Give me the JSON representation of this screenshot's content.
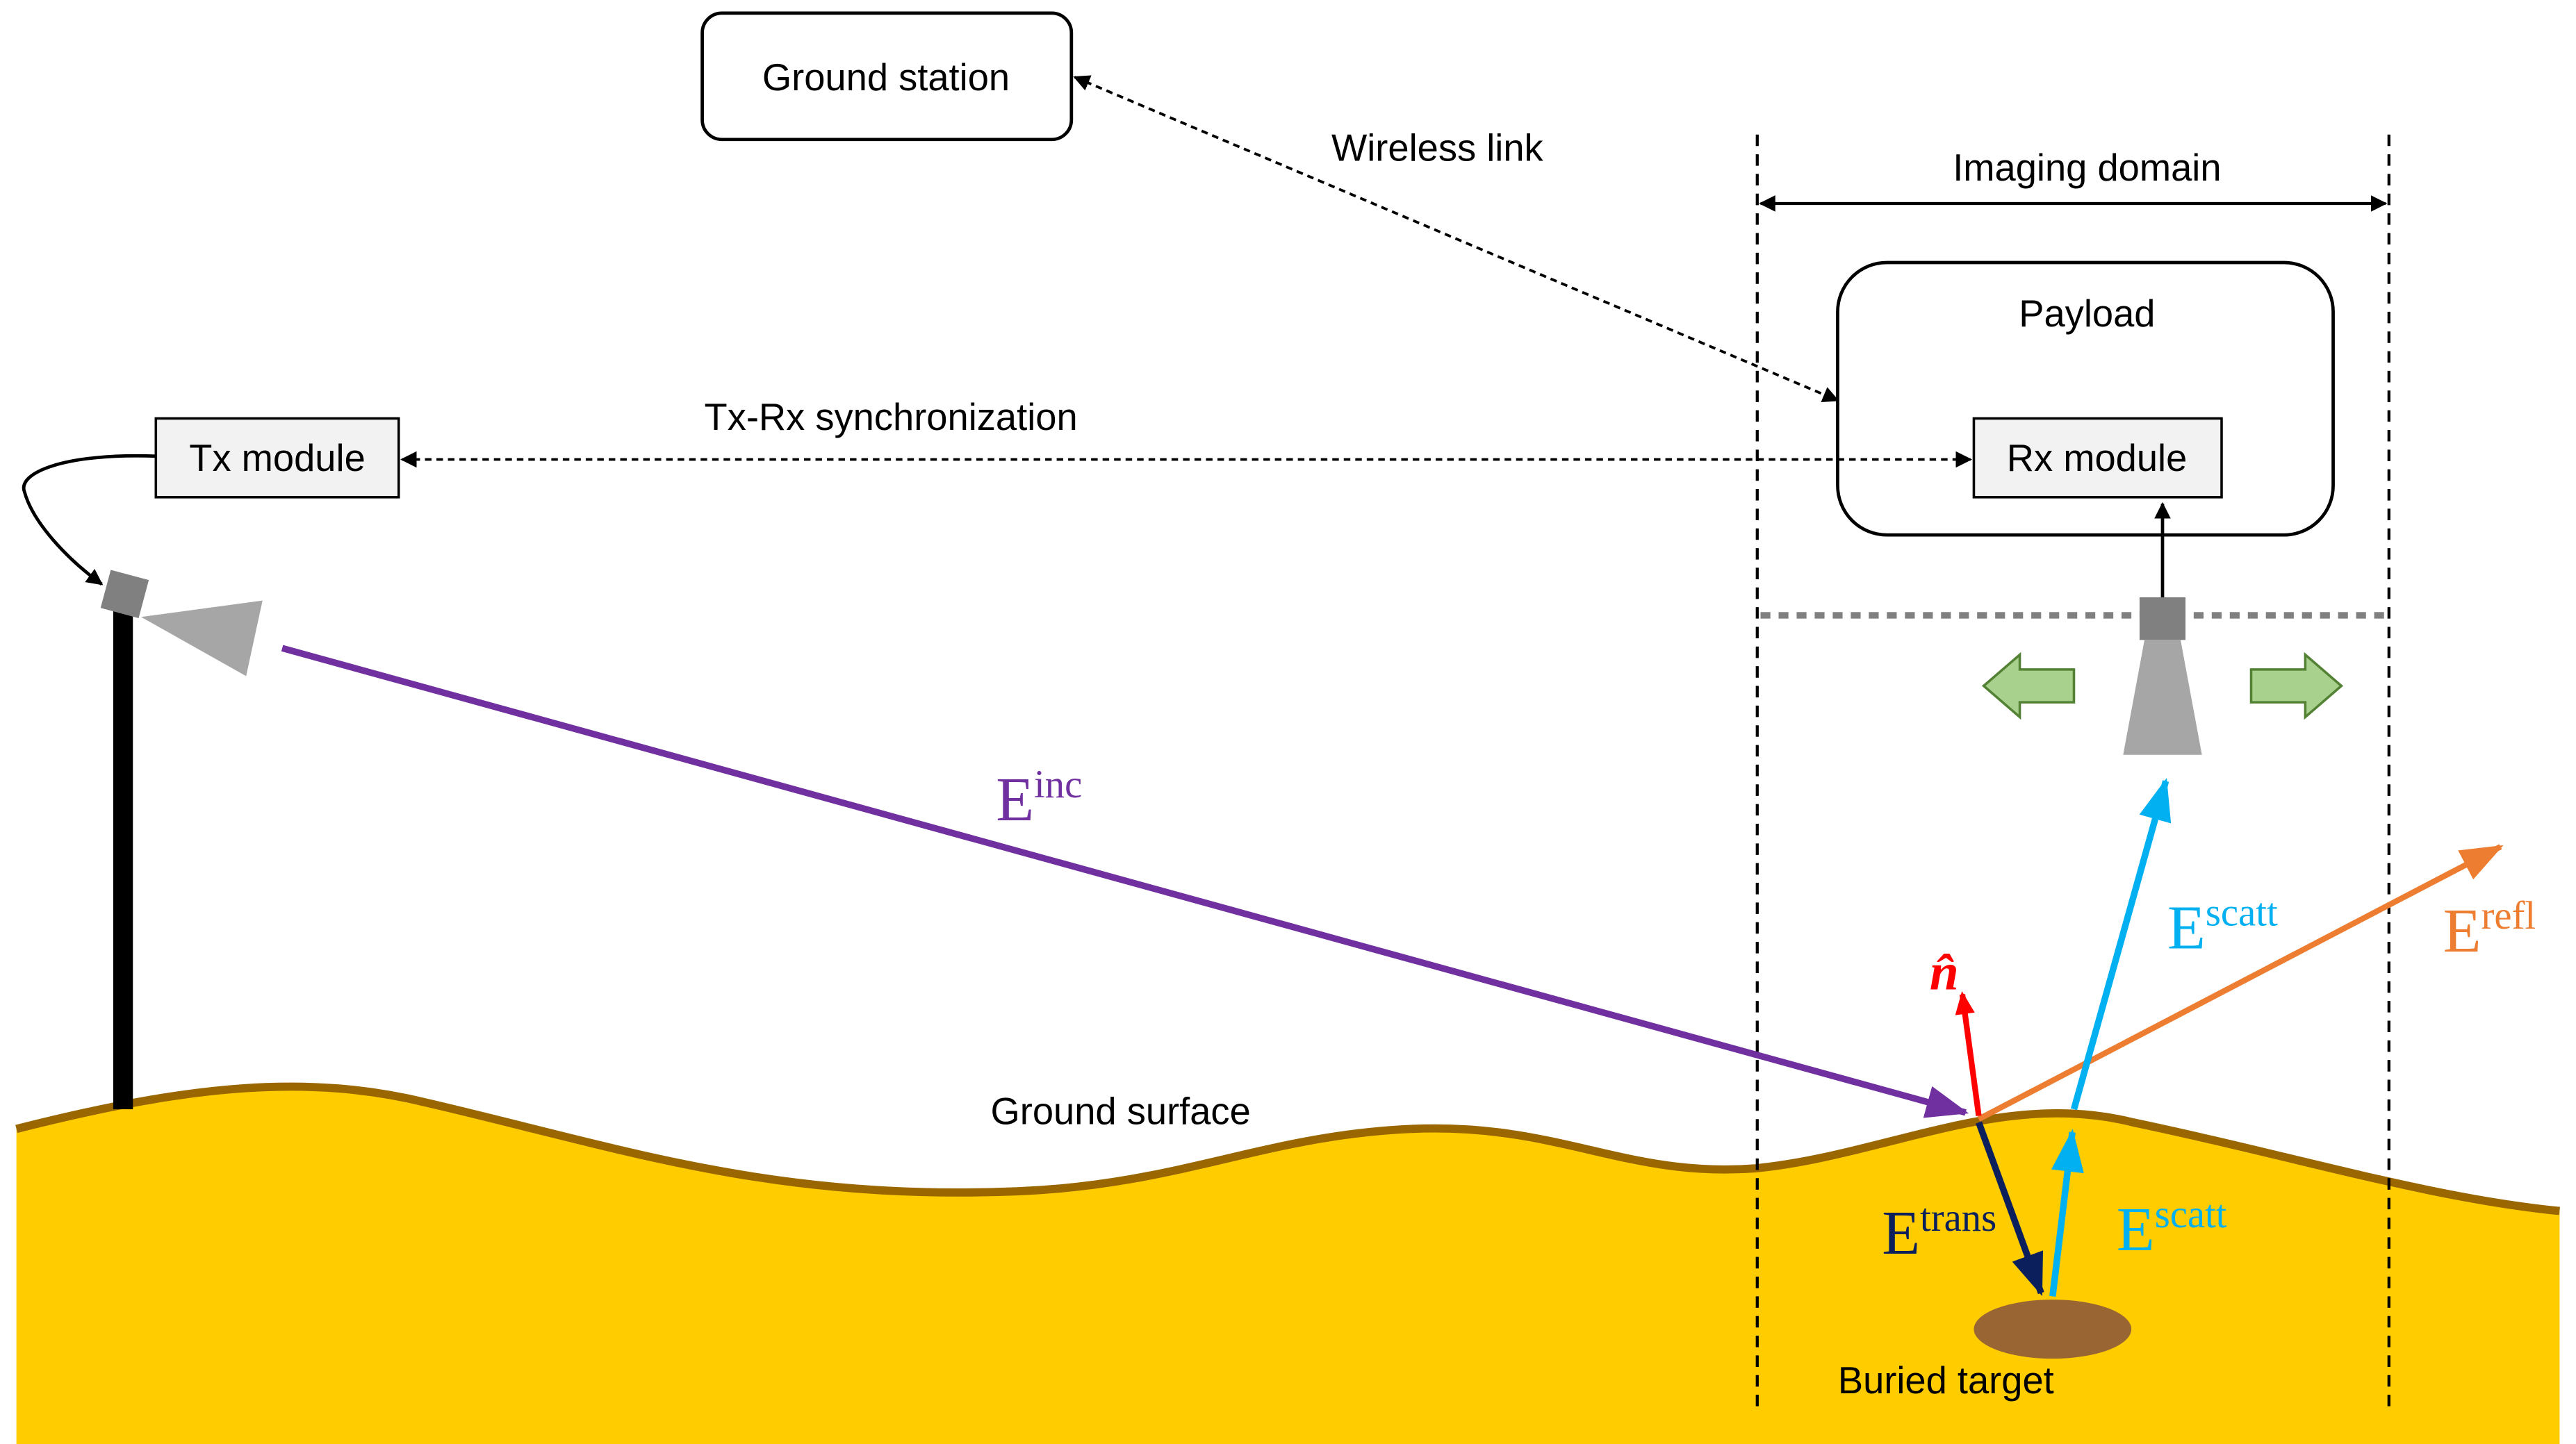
{
  "labels": {
    "ground_station": "Ground station",
    "wireless_link": "Wireless link",
    "imaging_domain": "Imaging domain",
    "payload": "Payload",
    "rx_module": "Rx module",
    "tx_module": "Tx module",
    "sync": "Tx-Rx synchronization",
    "ground_surface": "Ground surface",
    "buried_target": "Buried target",
    "normal": "n̂"
  },
  "fields": {
    "inc": {
      "base": "E",
      "sup": "inc"
    },
    "trans": {
      "base": "E",
      "sup": "trans"
    },
    "scatt_below": {
      "base": "E",
      "sup": "scatt"
    },
    "scatt_above": {
      "base": "E",
      "sup": "scatt"
    },
    "refl": {
      "base": "E",
      "sup": "refl"
    }
  },
  "colors": {
    "ground_fill": "#FFCC00",
    "ground_line": "#996600",
    "incident": "#7030A0",
    "transmitted": "#0B1F5C",
    "scattered": "#00B0F0",
    "reflected": "#ED7D31",
    "normal": "#FF0000",
    "move_arrow_fill": "#A9D18E",
    "move_arrow_stroke": "#548235",
    "antenna_body": "#808080",
    "antenna_horn": "#A6A6A6",
    "target": "#996633",
    "module_fill": "#F2F2F2"
  }
}
